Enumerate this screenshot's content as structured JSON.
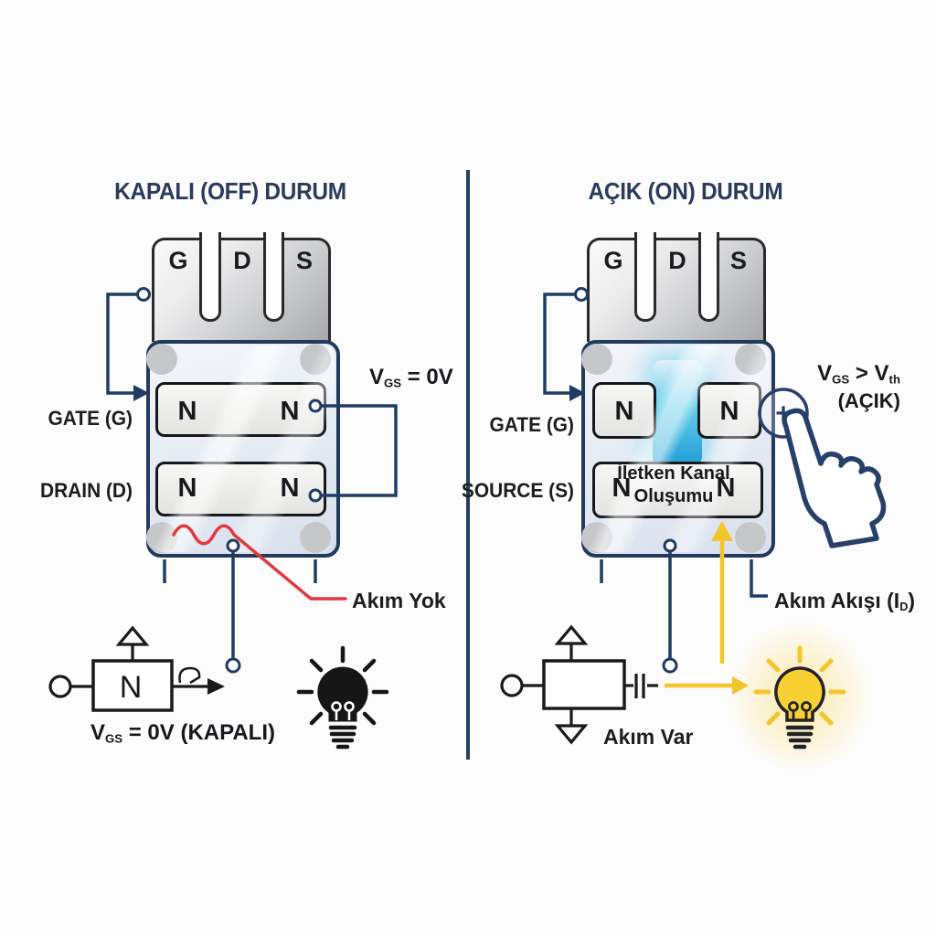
{
  "left": {
    "title": "KAPALI (OFF) DURUM",
    "pins": [
      "G",
      "D",
      "S"
    ],
    "gate_label": "GATE (G)",
    "drain_label": "DRAIN (D)",
    "vgs": {
      "v": "V",
      "sub": "GS",
      "rest": " = 0V"
    },
    "n_top": [
      "N",
      "N"
    ],
    "n_bottom": [
      "N",
      "N"
    ],
    "no_current": "Akım Yok",
    "symbol_channel": "N",
    "caption": {
      "v": "V",
      "sub": "GS",
      "rest": " = 0V (KAPALI)"
    }
  },
  "right": {
    "title": "AÇIK (ON) DURUM",
    "pins": [
      "G",
      "D",
      "S"
    ],
    "gate_label": "GATE (G)",
    "source_label": "SOURCE (S)",
    "vgs": {
      "v": "V",
      "sub": "GS",
      "mid": " > V",
      "sub2": "th"
    },
    "acik": "(AÇIK)",
    "plus": "+",
    "n_top": [
      "N",
      "N"
    ],
    "n_bottom_left": "N",
    "n_bottom_right": "N",
    "channel_label": "İletken Kanal Oluşumu",
    "current_flow": {
      "pre": "Akım Akışı (I",
      "sub": "D",
      "post": ")"
    },
    "current": "Akım Var"
  },
  "colors": {
    "background": "#fcfcfc",
    "title_navy": "#2a3b5c",
    "wire_navy": "#1f3c64",
    "body_border": "#223a5e",
    "body_fill": "#e4eaf3",
    "no_current_red": "#e4383f",
    "current_yellow": "#f3c52c",
    "channel_blue": "#2aa3d8",
    "bulb_on_yellow": "#f8d031",
    "bulb_off_black": "#161616"
  }
}
